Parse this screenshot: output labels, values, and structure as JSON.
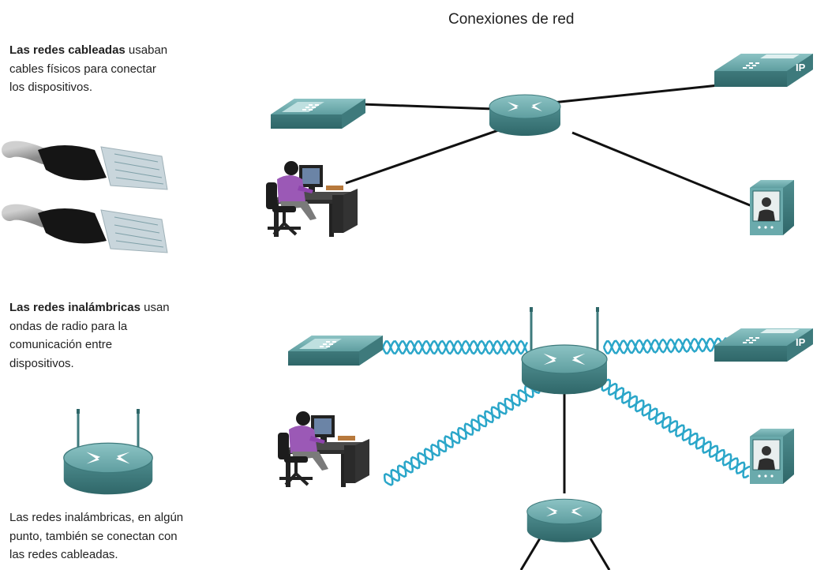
{
  "title": "Conexiones de red",
  "wired_text": {
    "bold": "Las redes cableadas",
    "rest_1": " usaban",
    "line_2": "cables físicos para conectar",
    "line_3": "los dispositivos."
  },
  "wireless_text": {
    "bold": "Las redes inalámbricas",
    "rest_1": " usan",
    "line_2": "ondas de radio para la",
    "line_3": "comunicación entre",
    "line_4": "dispositivos."
  },
  "note_text": {
    "line_1": "Las redes inalámbricas, en algún",
    "line_2": "punto, también se conectan con",
    "line_3": "las redes cableadas."
  },
  "ip_label": "IP",
  "colors": {
    "device_teal": "#5f9ea0",
    "device_dark": "#3e7a7c",
    "wave_blue": "#2aa6c9",
    "link": "#111111",
    "person_shirt": "#9b59b6"
  },
  "icons": [
    "router-icon",
    "wireless-router-icon",
    "phone-icon",
    "ip-phone-icon",
    "workstation-icon",
    "video-monitor-icon",
    "ethernet-cable-icon"
  ]
}
